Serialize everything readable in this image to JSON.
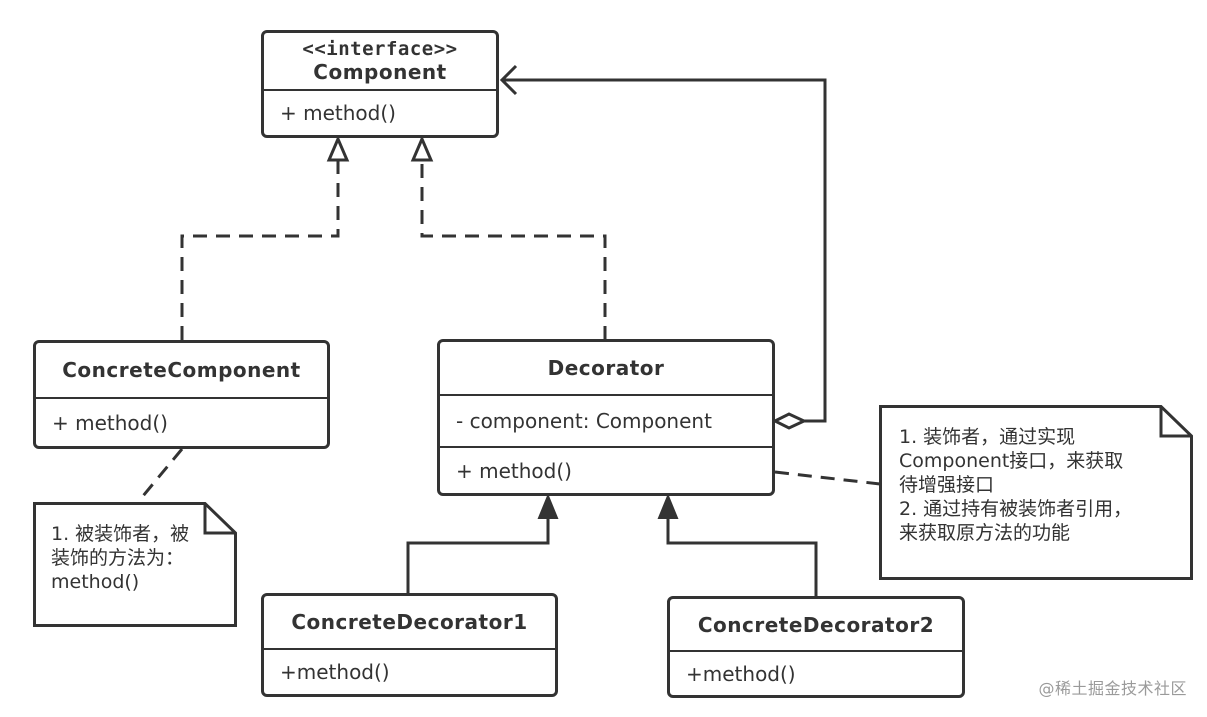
{
  "classes": {
    "component": {
      "stereotype": "<<interface>>",
      "name": "Component",
      "methods": [
        "+ method()"
      ]
    },
    "concrete_component": {
      "name": "ConcreteComponent",
      "methods": [
        "+ method()"
      ]
    },
    "decorator": {
      "name": "Decorator",
      "attributes": [
        "- component: Component"
      ],
      "methods": [
        "+ method()"
      ]
    },
    "concrete_decorator_1": {
      "name": "ConcreteDecorator1",
      "methods": [
        "+method()"
      ]
    },
    "concrete_decorator_2": {
      "name": "ConcreteDecorator2",
      "methods": [
        "+method()"
      ]
    }
  },
  "notes": {
    "concrete_component_note": "1. 被装饰者，被\n装饰的方法为：\nmethod()",
    "decorator_note": "1. 装饰者，通过实现\nComponent接口，来获取\n待增强接口\n2. 通过持有被装饰者引用，\n来获取原方法的功能"
  },
  "watermark": "@稀土掘金技术社区",
  "colors": {
    "line": "#333333",
    "background": "#ffffff",
    "watermark": "#9a9a9a"
  }
}
